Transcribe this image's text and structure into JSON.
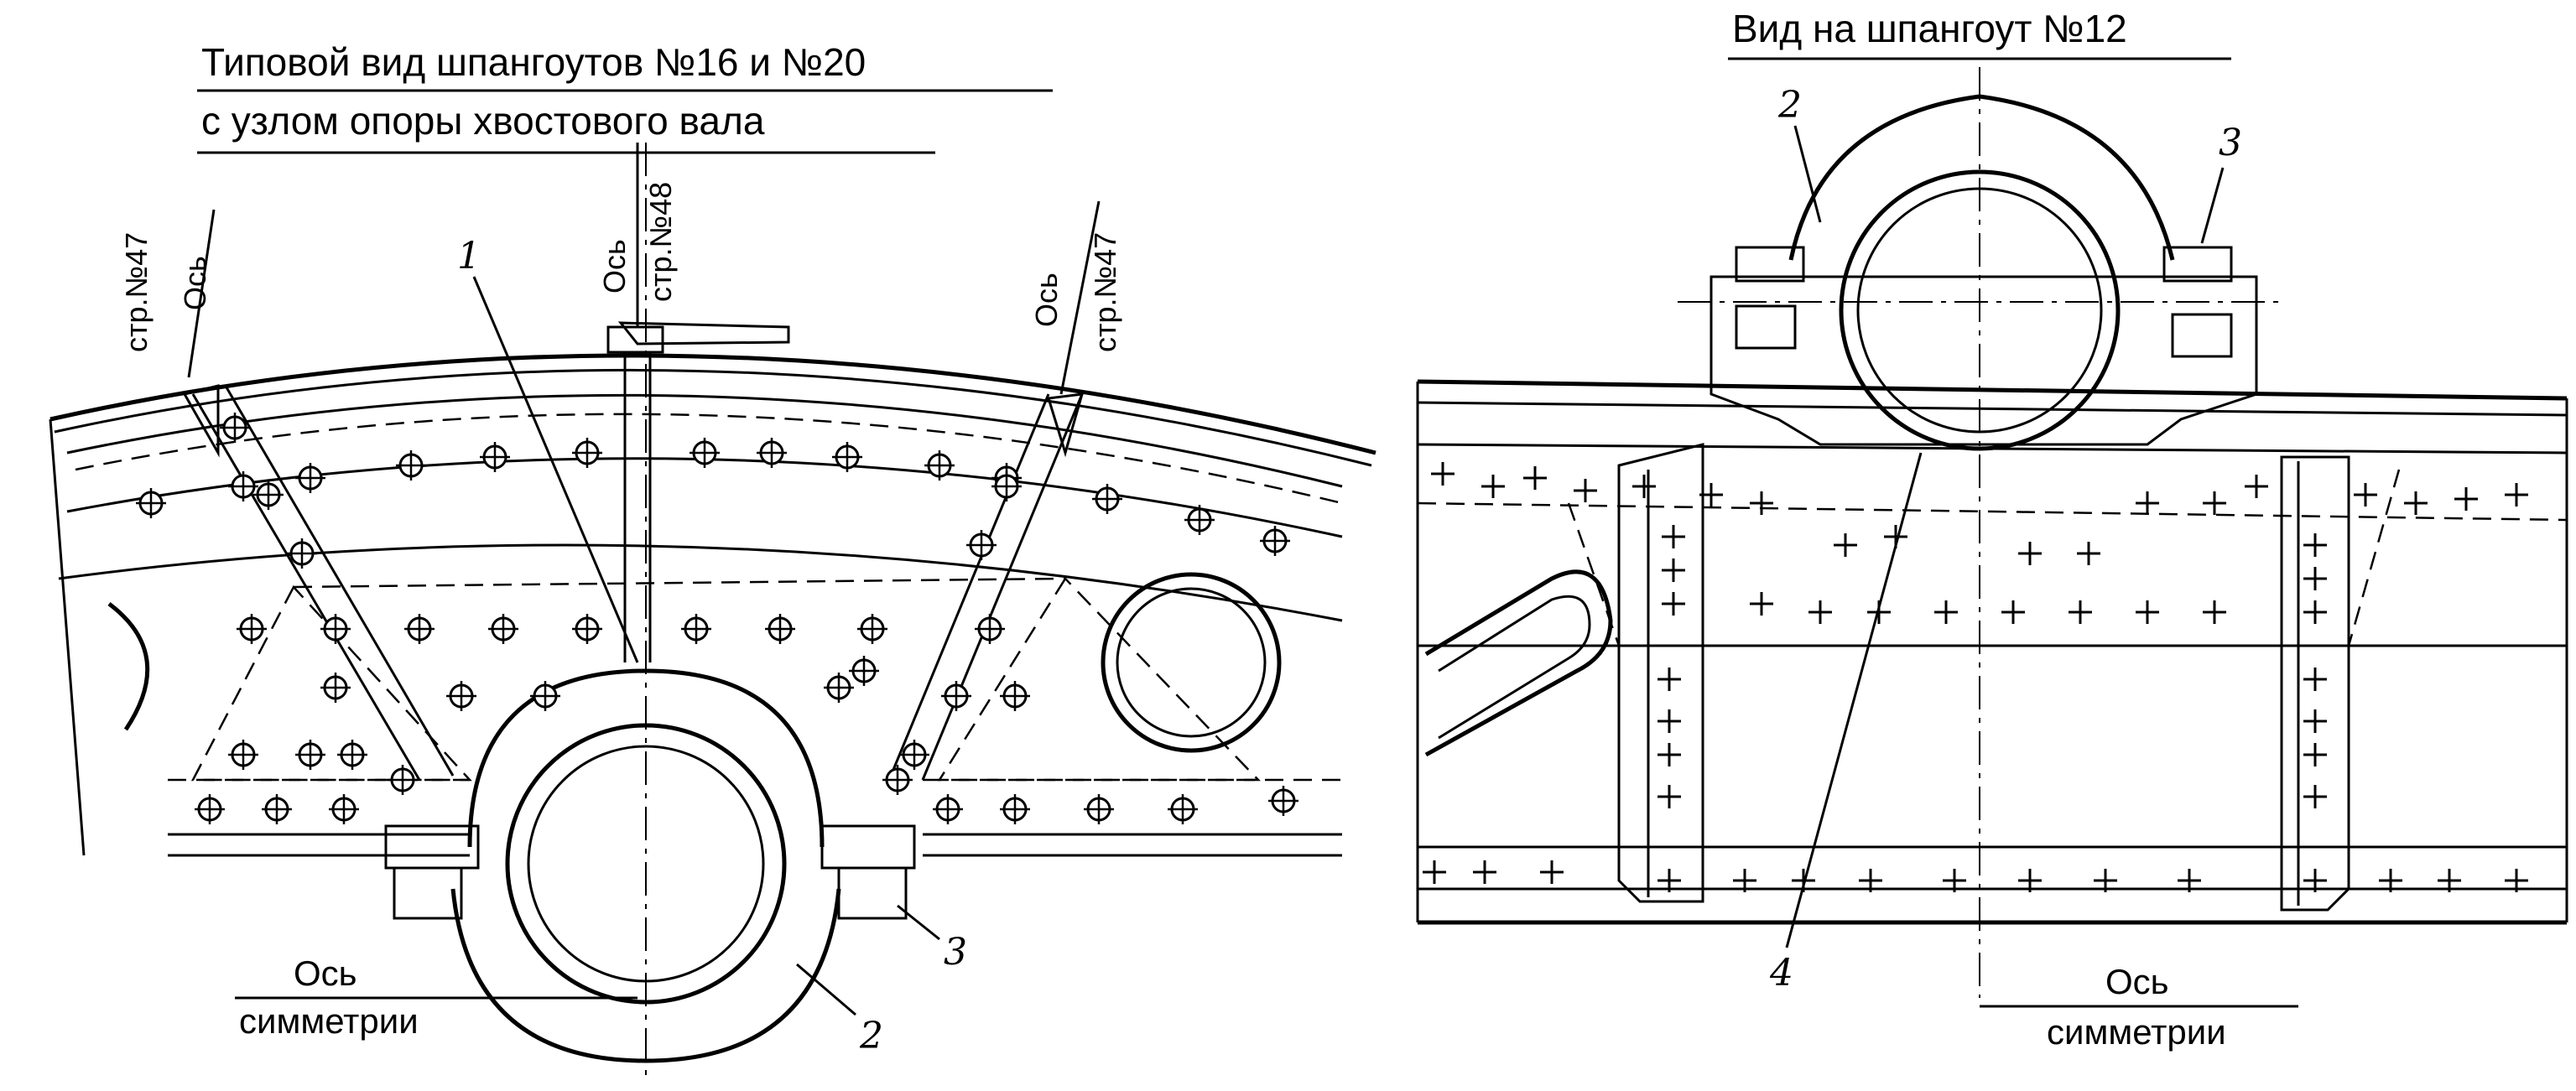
{
  "left_view": {
    "title_line1": "Типовой вид шпангоутов №16 и №20",
    "title_line2": "с узлом опоры хвостового вала",
    "axis_str47_left_line1": "Ось",
    "axis_str47_left_line2": "стр.№47",
    "axis_str48_line1": "Ось",
    "axis_str48_line2": "стр.№48",
    "axis_str47_right_line1": "Ось",
    "axis_str47_right_line2": "стр.№47",
    "symmetry_line1": "Ось",
    "symmetry_line2": "симметрии",
    "callout_1": "1",
    "callout_2": "2",
    "callout_3": "3"
  },
  "right_view": {
    "title": "Вид на шпангоут №12",
    "symmetry_line1": "Ось",
    "symmetry_line2": "симметрии",
    "callout_2": "2",
    "callout_3": "3",
    "callout_4": "4"
  }
}
